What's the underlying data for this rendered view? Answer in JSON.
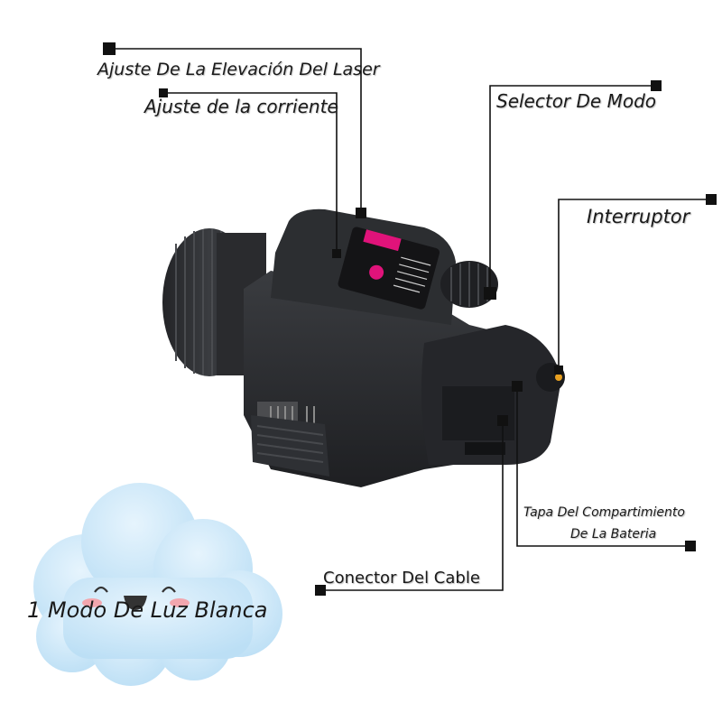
{
  "labels": {
    "elevation": "Ajuste De La Elevación Del Laser",
    "current": "Ajuste de la corriente",
    "mode_selector": "Selector De Modo",
    "switch": "Interruptor",
    "battery_cover_line1": "Tapa Del Compartimiento",
    "battery_cover_line2": "De La Bateria",
    "cable_connector": "Conector Del Cable"
  },
  "badge": {
    "text": "1 Modo De Luz Blanca"
  },
  "colors": {
    "background": "#ffffff",
    "device_body": "#2b2d30",
    "laser_accent": "#e0137a",
    "cloud": "#cfe8f8",
    "callout_line": "#111111"
  }
}
